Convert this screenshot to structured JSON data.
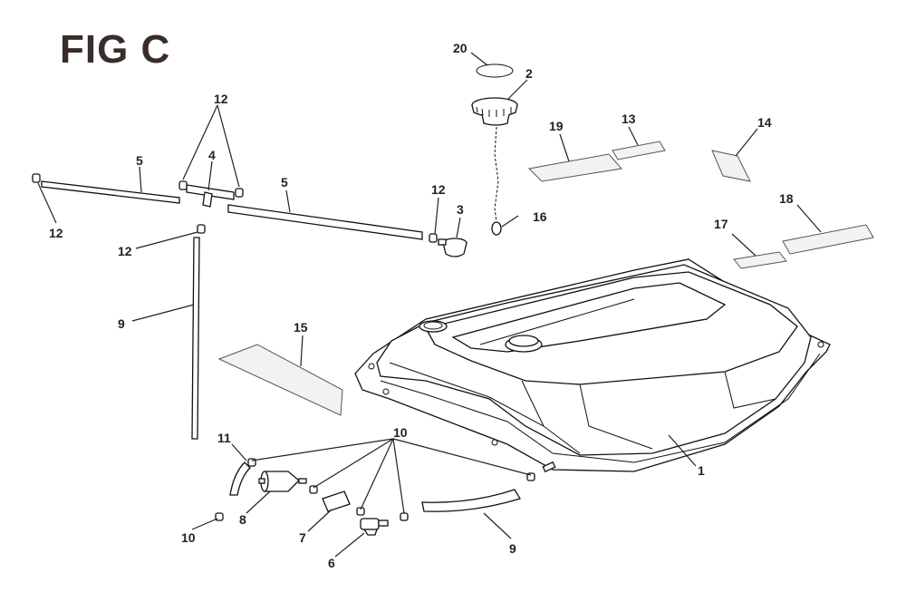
{
  "title": "FIG C",
  "callouts": {
    "c20": "20",
    "c2": "2",
    "c19": "19",
    "c13": "13",
    "c14": "14",
    "c12a": "12",
    "c4": "4",
    "c5a": "5",
    "c5b": "5",
    "c12b": "12",
    "c12c": "12",
    "c3": "3",
    "c16": "16",
    "c18": "18",
    "c17": "17",
    "c12d": "12",
    "c9a": "9",
    "c15": "15",
    "c11": "11",
    "c10a": "10",
    "c10b": "10",
    "c8": "8",
    "c7": "7",
    "c6": "6",
    "c9b": "9",
    "c1": "1"
  },
  "colors": {
    "title": "#3a2c2a",
    "line": "#111111",
    "decal_fill": "#f2f2f2"
  }
}
